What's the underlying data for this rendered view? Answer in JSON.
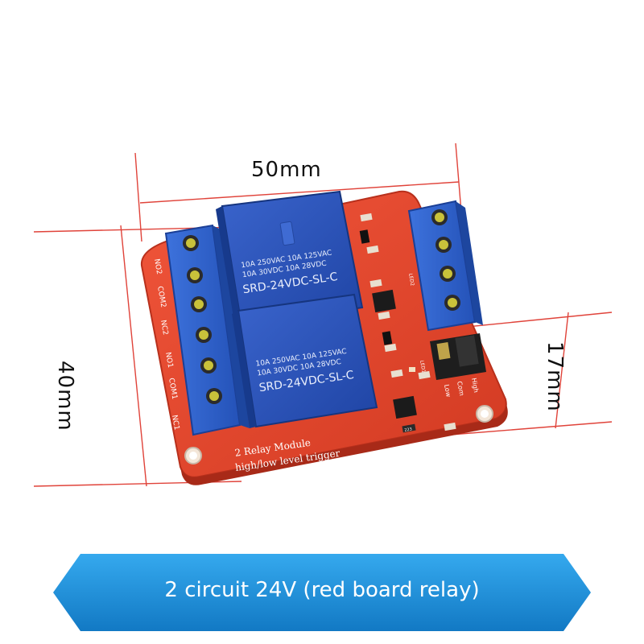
{
  "dimensions": {
    "width": "50mm",
    "height": "40mm",
    "side_height": "17mm"
  },
  "relays": [
    {
      "line1": "10A 250VAC  10A 125VAC",
      "line2": "10A  30VDC  10A  28VDC",
      "model": "SRD-24VDC-SL-C"
    },
    {
      "line1": "10A 250VAC  10A 125VAC",
      "line2": "10A  30VDC  10A  28VDC",
      "model": "SRD-24VDC-SL-C"
    }
  ],
  "board": {
    "title": "2 Relay  Module",
    "subtitle": "high/low level trigger",
    "pin_labels": [
      "NO2",
      "COM2",
      "NC2",
      "NO1",
      "COM1",
      "NC1"
    ],
    "jumper_labels": [
      "Low",
      "Com",
      "High"
    ],
    "led_labels": [
      "LED1",
      "LED2"
    ],
    "resistor_code": "223"
  },
  "banner": {
    "text": "2 circuit 24V (red board relay)"
  },
  "colors": {
    "board": "#e8482e",
    "relay": "#2a52b8",
    "terminal": "#2f62c9",
    "dimension_lines": "#e0433a",
    "banner": "#1b8fd6"
  }
}
